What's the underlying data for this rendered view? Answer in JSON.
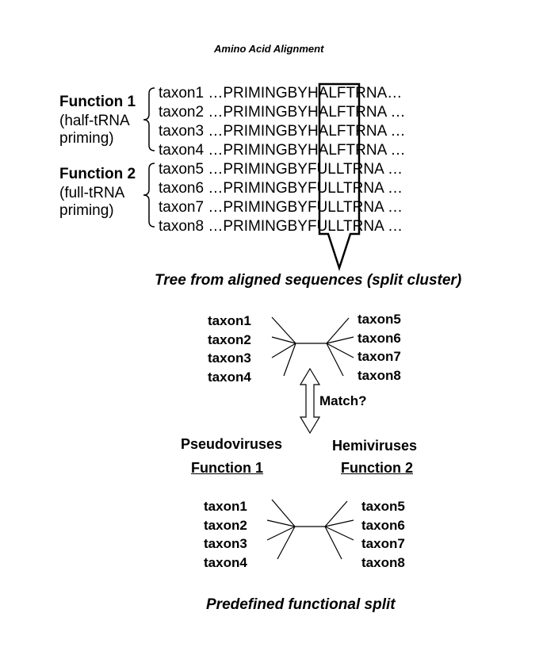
{
  "header": {
    "title": "Amino Acid Alignment"
  },
  "functions": [
    {
      "title": "Function 1",
      "subtitle_line1": "(half-tRNA",
      "subtitle_line2": "priming)"
    },
    {
      "title": "Function 2",
      "subtitle_line1": "(full-tRNA",
      "subtitle_line2": "priming)"
    }
  ],
  "alignment": [
    {
      "taxon": "taxon1",
      "prefix": "…PRIMINGBY",
      "motif": "HALF",
      "suffix": "TRNA…"
    },
    {
      "taxon": "taxon2",
      "prefix": "…PRIMINGBY",
      "motif": "HALF",
      "suffix": "TRNA …"
    },
    {
      "taxon": "taxon3",
      "prefix": "…PRIMINGBY",
      "motif": "HALF",
      "suffix": "TRNA …"
    },
    {
      "taxon": "taxon4",
      "prefix": "…PRIMINGBY",
      "motif": "HALF",
      "suffix": "TRNA …"
    },
    {
      "taxon": "taxon5",
      "prefix": "…PRIMINGBY",
      "motif": "FULL",
      "suffix": "TRNA …"
    },
    {
      "taxon": "taxon6",
      "prefix": "…PRIMINGBY",
      "motif": "FULL",
      "suffix": "TRNA …"
    },
    {
      "taxon": "taxon7",
      "prefix": "…PRIMINGBY",
      "motif": "FULL",
      "suffix": "TRNA …"
    },
    {
      "taxon": "taxon8",
      "prefix": "…PRIMINGBY",
      "motif": "FULL",
      "suffix": "TRNA …"
    }
  ],
  "tree_top": {
    "caption": "Tree from aligned sequences (split cluster)",
    "left": [
      "taxon1",
      "taxon2",
      "taxon3",
      "taxon4"
    ],
    "right": [
      "taxon5",
      "taxon6",
      "taxon7",
      "taxon8"
    ]
  },
  "match_label": "Match?",
  "groups": {
    "left_name": "Pseudoviruses",
    "left_function": "Function 1",
    "right_name": "Hemiviruses",
    "right_function": "Function 2"
  },
  "tree_bottom": {
    "caption": "Predefined functional split",
    "left": [
      "taxon1",
      "taxon2",
      "taxon3",
      "taxon4"
    ],
    "right": [
      "taxon5",
      "taxon6",
      "taxon7",
      "taxon8"
    ]
  }
}
